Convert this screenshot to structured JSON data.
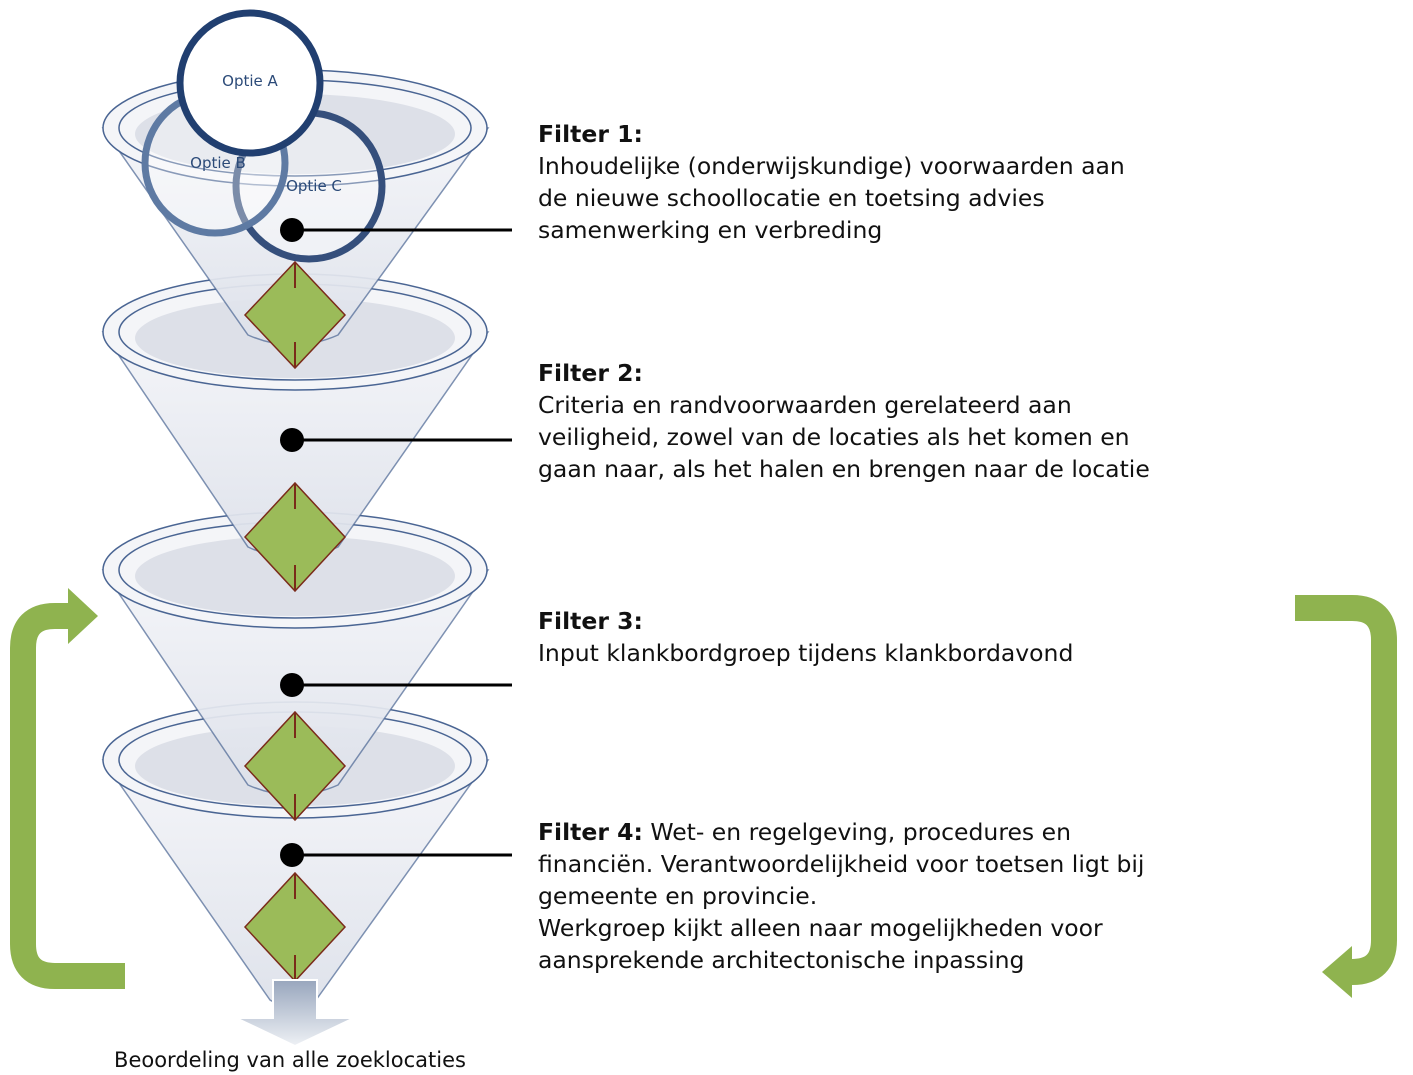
{
  "options": {
    "a": "Optie A",
    "b": "Optie B",
    "c": "Optie C"
  },
  "filters": [
    {
      "title": "Filter 1:",
      "lines": [
        "Inhoudelijke (onderwijskundige) voorwaarden aan",
        "de nieuwe schoollocatie en toetsing advies",
        "samenwerking en verbreding"
      ]
    },
    {
      "title": "Filter 2:",
      "lines": [
        "Criteria en randvoorwaarden gerelateerd aan",
        "veiligheid, zowel van de locaties als het komen en",
        "gaan naar, als het halen en brengen naar de locatie"
      ]
    },
    {
      "title": "Filter 3:",
      "lines": [
        "Input klankbordgroep tijdens klankbordavond"
      ]
    },
    {
      "title": "Filter 4:",
      "inline": " Wet- en regelgeving, procedures en",
      "lines": [
        "financiën. Verantwoordelijkheid voor toetsen ligt bij",
        "gemeente en provincie.",
        "Werkgroep kijkt alleen naar mogelijkheden voor",
        "aansprekende architectonische inpassing"
      ]
    }
  ],
  "caption": "Beoordeling van alle zoeklocaties",
  "colors": {
    "funnel_outline": "#4a6593",
    "diamond": "#9bbb59",
    "arrow": "#8fb34f",
    "output_arrow": "#a7b4c8"
  }
}
